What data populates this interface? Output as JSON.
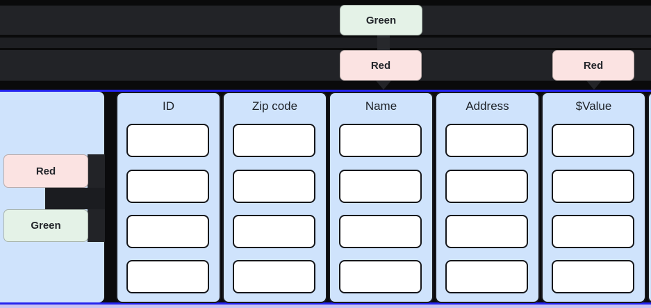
{
  "top_nodes": {
    "green_label": "Green",
    "red_label_1": "Red",
    "red_label_2": "Red"
  },
  "left_nodes": {
    "red_label": "Red",
    "green_label": "Green"
  },
  "table": {
    "columns": [
      {
        "label": "ID"
      },
      {
        "label": "Zip code"
      },
      {
        "label": "Name"
      },
      {
        "label": "Address"
      },
      {
        "label": "$Value"
      }
    ],
    "rows_per_column": 4
  },
  "colors": {
    "background": "#0a0a0b",
    "row_bar": "#222327",
    "badge_green": "#e4f2e7",
    "badge_red": "#fbe3e2",
    "column_panel": "#cfe3fc",
    "selection_border": "#2424ee",
    "bottom_strip": "#cac4f1",
    "cell_background": "#ffffff"
  }
}
